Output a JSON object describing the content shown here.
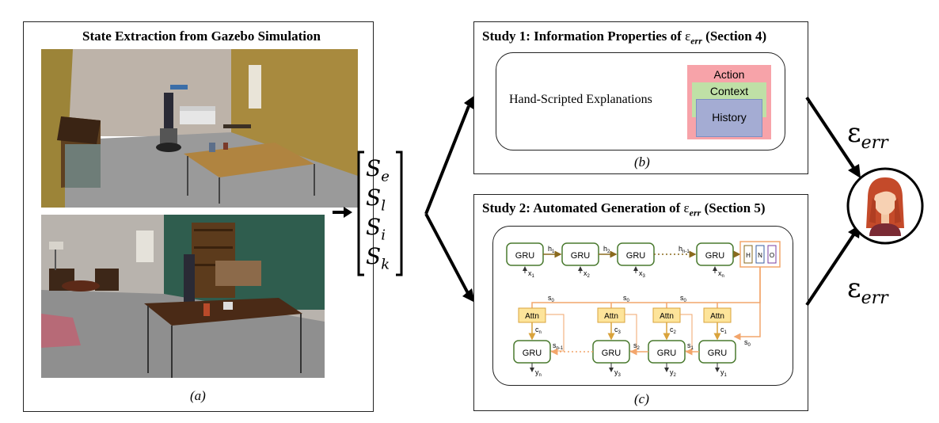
{
  "panel_a": {
    "title": "State Extraction from Gazebo Simulation",
    "caption": "(a)"
  },
  "state_vector": {
    "base": "S",
    "subscripts": [
      "e",
      "l",
      "i",
      "k"
    ]
  },
  "study1": {
    "title_prefix": "Study 1: Information Properties of ",
    "title_suffix": " (Section 4)",
    "explanations_label": "Hand-Scripted Explanations",
    "layers": [
      "Action",
      "Context",
      "History"
    ],
    "layer_colors": [
      "#f7a3a9",
      "#bfe0a6",
      "#9fb0d9"
    ],
    "caption": "(b)"
  },
  "study2": {
    "title_prefix": "Study 2: Automated Generation of ",
    "title_suffix": " (Section 5)",
    "caption": "(c)",
    "encoder": {
      "cells": [
        "GRU",
        "GRU",
        "GRU",
        "GRU"
      ],
      "inputs": [
        "x",
        "x",
        "x",
        "x"
      ],
      "input_subs": [
        "1",
        "2",
        "3",
        "n"
      ],
      "hidden": [
        "h",
        "h",
        "h"
      ],
      "hidden_subs": [
        "1",
        "2",
        "n-1"
      ],
      "output": [
        "H",
        "N",
        "O"
      ]
    },
    "decoder": {
      "attn_label": "Attn",
      "cells": [
        "GRU",
        "GRU",
        "GRU",
        "GRU"
      ],
      "outputs": [
        "y",
        "y",
        "y",
        "y"
      ],
      "output_subs": [
        "n",
        "3",
        "2",
        "1"
      ],
      "contexts": [
        "c",
        "c",
        "c",
        "c"
      ],
      "context_subs": [
        "n",
        "3",
        "2",
        "1"
      ],
      "states": [
        "s",
        "s",
        "s",
        "s"
      ],
      "state_subs": [
        "n-1",
        "2",
        "1",
        "0"
      ],
      "init_state": "s",
      "init_state_sub": "0"
    }
  },
  "epsilon": {
    "symbol": "ε",
    "subscript": "err"
  },
  "colors": {
    "gru_border": "#4a7a2f",
    "attn_fill": "#fde49a",
    "attn_border": "#d9a33c",
    "orange_line": "#f2a56b",
    "brown_line": "#8a6a1e"
  }
}
